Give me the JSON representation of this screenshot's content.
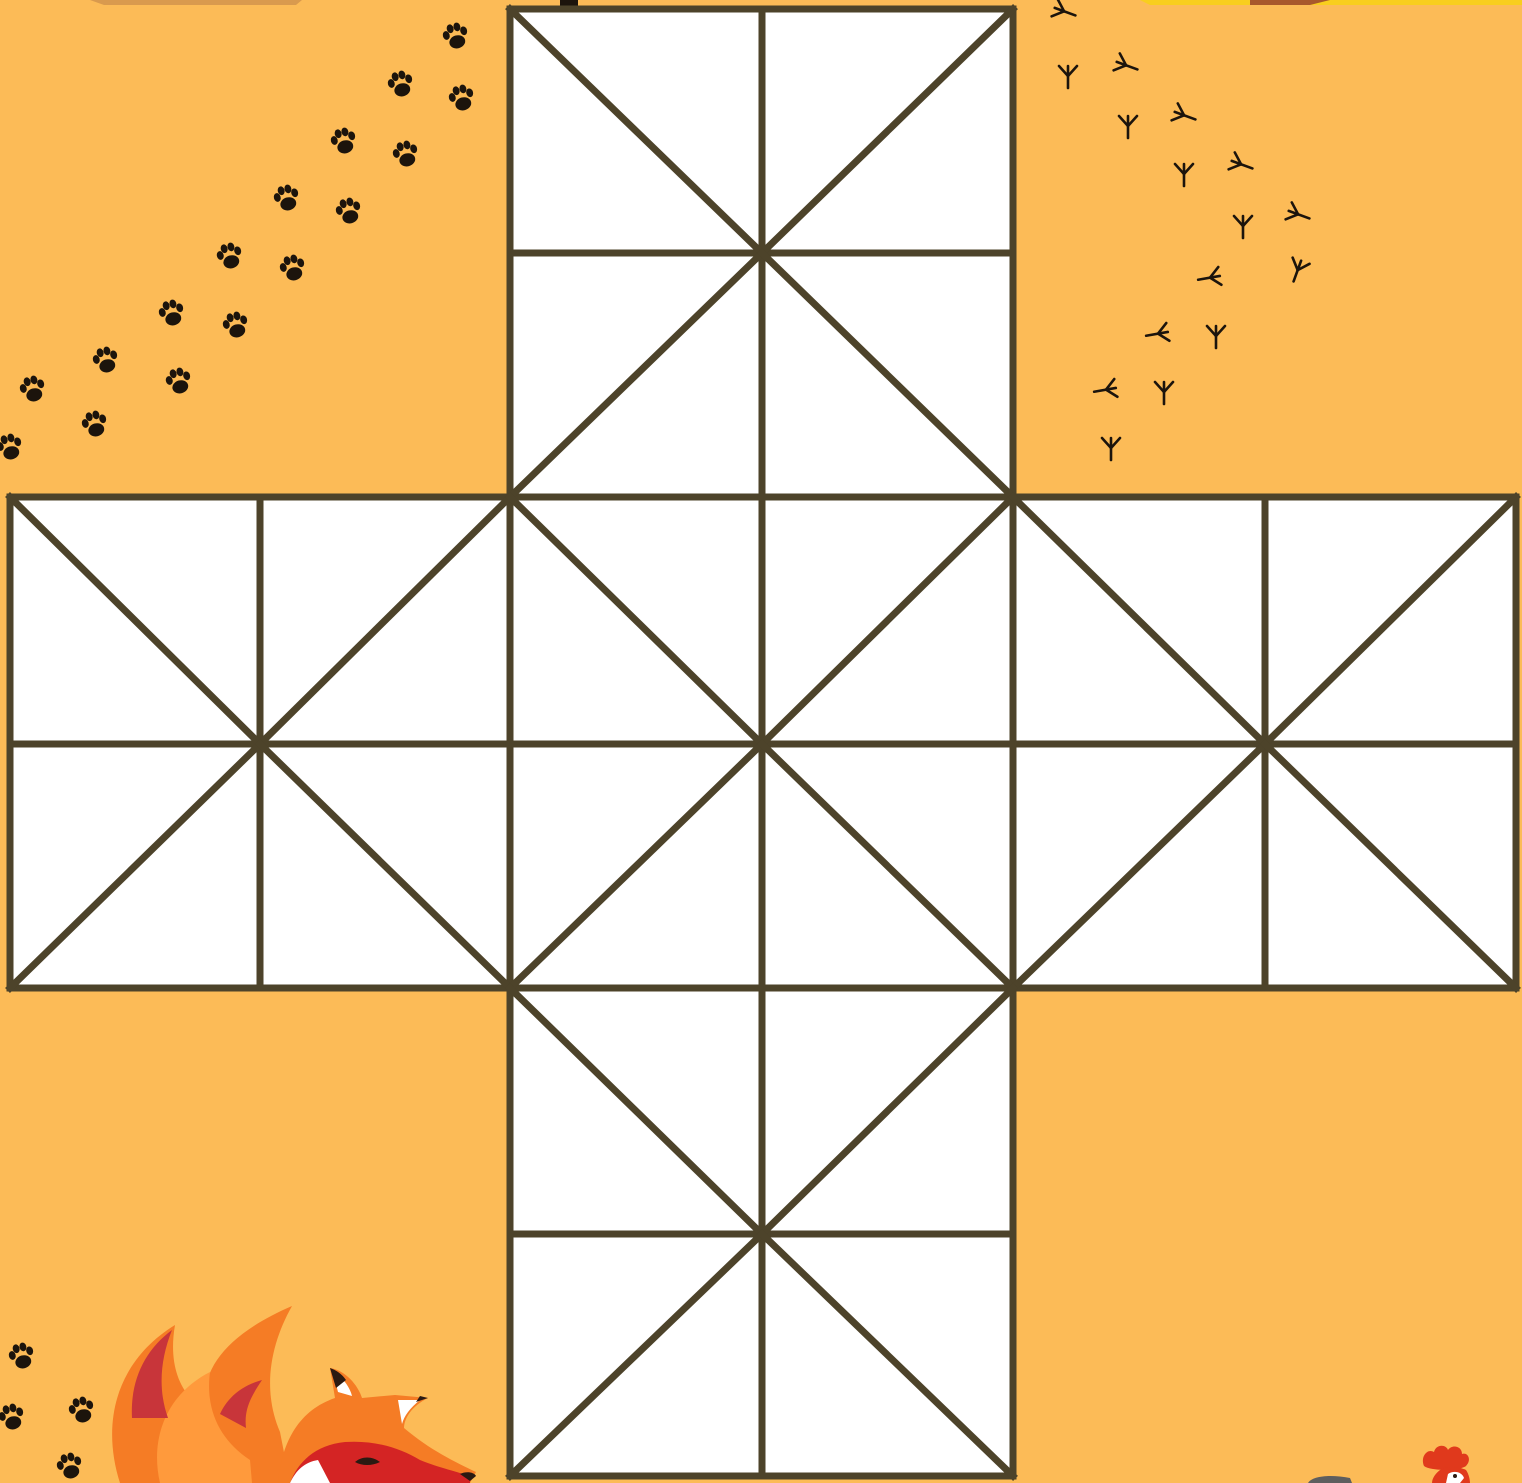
{
  "game": {
    "name": "fox-and-geese",
    "board_shape": "cross",
    "grid_points_per_side": 7,
    "arm_width_points": 3
  },
  "colors": {
    "background": "#FCBB57",
    "board_fill": "#FFFFFF",
    "board_lines": "#4D432A",
    "footprints": "#1C140C",
    "fox_orange": "#F57C25",
    "fox_light": "#FF9A3C",
    "fox_red": "#D42424",
    "fox_white": "#FFFFFF",
    "fox_dark": "#2B1A12",
    "tail_crimson": "#C8353A",
    "rooster_comb": "#E0391C",
    "goose_grey": "#5E5E5E",
    "strip_tan": "#D99A4E",
    "strip_yellow": "#F8CE1E",
    "strip_brown": "#A8582C"
  },
  "decorations": {
    "fox_icon": "fox-icon",
    "rooster_icon": "rooster-icon",
    "goose_icon": "goose-icon",
    "paw_print_icon": "paw-print-icon",
    "bird_track_icon": "bird-track-icon"
  }
}
